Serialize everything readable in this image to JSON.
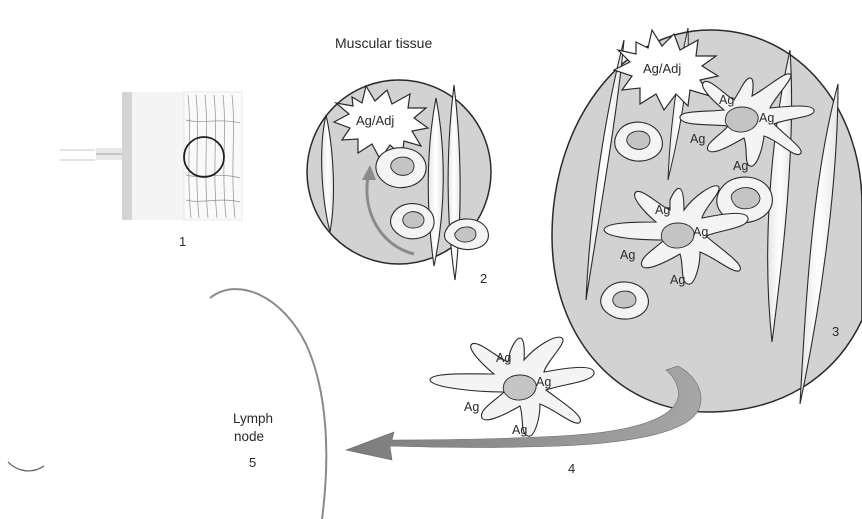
{
  "figure": {
    "tissue_label": "Muscular tissue",
    "antigen_adjuvant_label": "Ag/Adj",
    "antigen_label": "Ag",
    "lymph_node_label_line1": "Lymph",
    "lymph_node_label_line2": "node",
    "steps": [
      "1",
      "2",
      "3",
      "4",
      "5"
    ]
  },
  "colors": {
    "line": "#3a3a3a",
    "cell_fill": "#f2f2f2",
    "cell_shade": "#c9c9c9",
    "arrow_fill": "#8d8d8d",
    "background": "#ffffff"
  }
}
